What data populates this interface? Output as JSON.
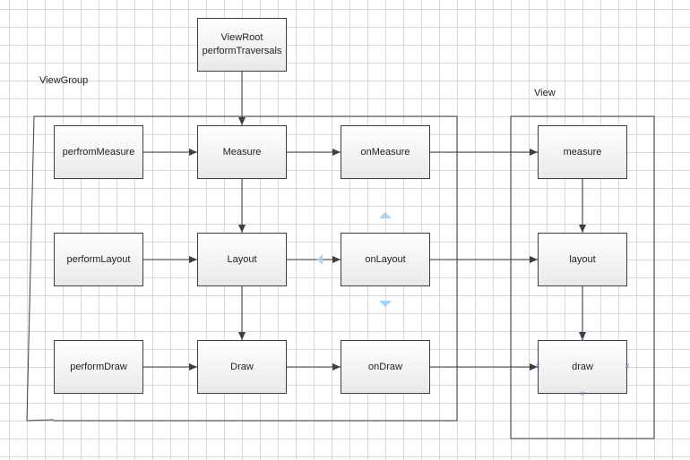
{
  "containers": {
    "viewgroup": {
      "label": "ViewGroup"
    },
    "view": {
      "label": "View"
    }
  },
  "nodes": {
    "viewroot": {
      "line1": "ViewRoot",
      "line2": "performTraversals"
    },
    "perform_measure": "perfromMeasure",
    "perform_layout": "performLayout",
    "perform_draw": "performDraw",
    "measure": "Measure",
    "layout": "Layout",
    "draw": "Draw",
    "on_measure": "onMeasure",
    "on_layout": "onLayout",
    "on_draw": "onDraw",
    "view_measure": "measure",
    "view_layout": "layout",
    "view_draw": "draw"
  },
  "colors": {
    "line": "#3f3f3f",
    "selection_marker": "#a9d3f5",
    "grid": "#d9d9d9"
  }
}
